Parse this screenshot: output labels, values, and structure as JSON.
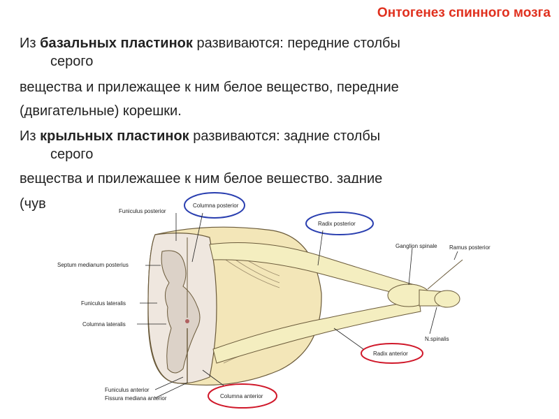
{
  "slide": {
    "title": "Онтогенез спинного мозга",
    "p1": {
      "prefix": "Из ",
      "bold": "базальных пластинок",
      "rest": " развиваются: передние столбы",
      "wrap": "серого",
      "line2": "вещества и прилежащее к ним белое вещество, передние",
      "line3": "(двигательные) корешки."
    },
    "p2": {
      "prefix": "Из ",
      "bold": "крыльных пластинок",
      "rest": " развиваются: задние столбы",
      "wrap": "серого",
      "line2": "вещества и прилежащее к ним белое вещество, задние",
      "line3_visible": "(чув"
    }
  },
  "figure": {
    "labels": {
      "funiculus_posterior": "Funiculus posterior",
      "columna_posterior": "Columna posterior",
      "radix_posterior": "Radix posterior",
      "ganglion_spinale": "Ganglion spinale",
      "ramus_posterior": "Ramus posterior",
      "septum_medianum_posterius": "Septum medianum posterius",
      "funiculus_lateralis": "Funiculus lateralis",
      "columna_lateralis": "Columna lateralis",
      "n_spinalis": "N.spinalis",
      "radix_anterior": "Radix anterior",
      "funiculus_anterior": "Funiculus anterior",
      "fissura_mediana_anterior": "Fissura mediana anterior",
      "columna_anterior": "Columna anterior"
    },
    "colors": {
      "highlight_red": "#d0182a",
      "highlight_blue": "#2a3fb0",
      "white_matter": "#f3e6b8",
      "gray_matter": "#ece4dc",
      "nerve": "#f4eec0"
    }
  }
}
